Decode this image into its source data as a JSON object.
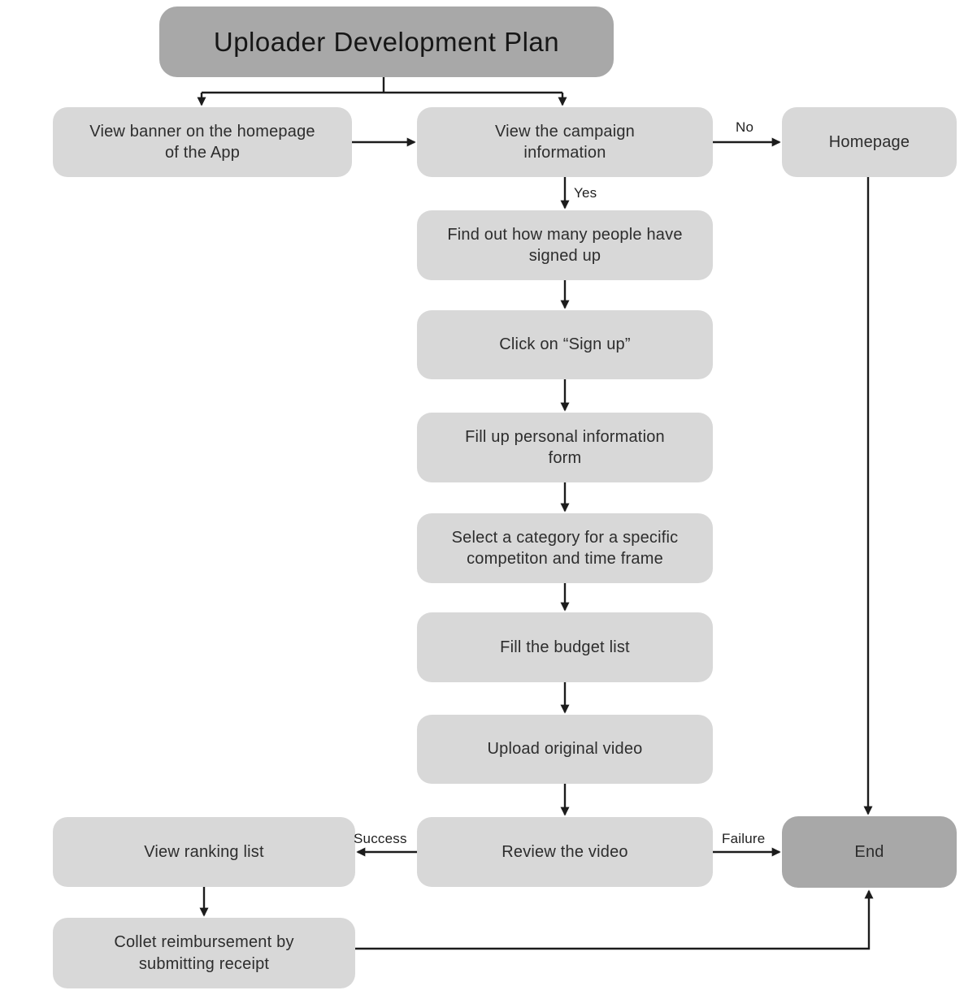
{
  "title": "Uploader Development Plan",
  "nodes": {
    "view_banner": "View banner on the homepage of the App",
    "view_campaign": "View the campaign information",
    "homepage": "Homepage",
    "signup_count": "Find out how many people have signed up",
    "click_sign_up": "Click on “Sign up”",
    "personal_form": "Fill up personal information form",
    "select_category": "Select a category for a specific competiton and time frame",
    "budget_list": "Fill the budget list",
    "upload_video": "Upload original video",
    "review_video": "Review the video",
    "ranking_list": "View ranking list",
    "end": "End",
    "reimbursement": "Collet reimbursement by submitting receipt"
  },
  "edge_labels": {
    "no": "No",
    "yes": "Yes",
    "success": "Success",
    "failure": "Failure"
  },
  "colors": {
    "page_bg": "#ffffff",
    "title_fill": "#a8a8a8",
    "node_fill": "#d8d8d8",
    "end_fill": "#a8a8a8",
    "line_color": "#1c1c1c",
    "text_color": "#2d2d2d",
    "title_text_color": "#161616"
  }
}
